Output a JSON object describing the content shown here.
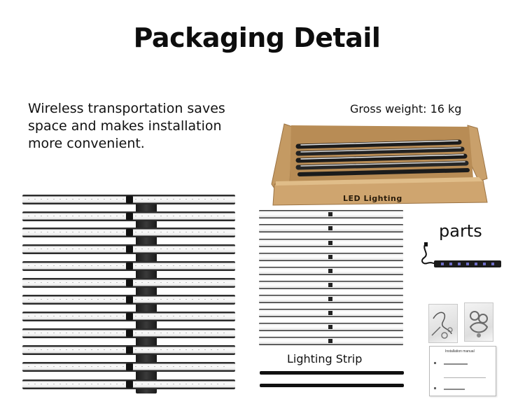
{
  "page": {
    "title": "Packaging Detail",
    "description": "Wireless transportation saves space and makes installation more convenient.",
    "gross_weight": "Gross weight: 16 kg",
    "box_label": "LED Lighting",
    "parts_label": "parts",
    "strip_label": "Lighting Strip",
    "manual_title": "Installation manual"
  },
  "colors": {
    "text": "#111111",
    "cardboard": "#c9a06b",
    "fixture_dark": "#2d2d2d"
  },
  "images": {
    "fixture": "multi-bar-led-grow-light-fixture",
    "box": "open-cardboard-box-with-light-bars",
    "strips": "loose-lighting-strips",
    "cable": "power-cable-with-connector-strip",
    "bags": "hardware-accessory-bags",
    "manual": "installation-manual-sheet"
  }
}
